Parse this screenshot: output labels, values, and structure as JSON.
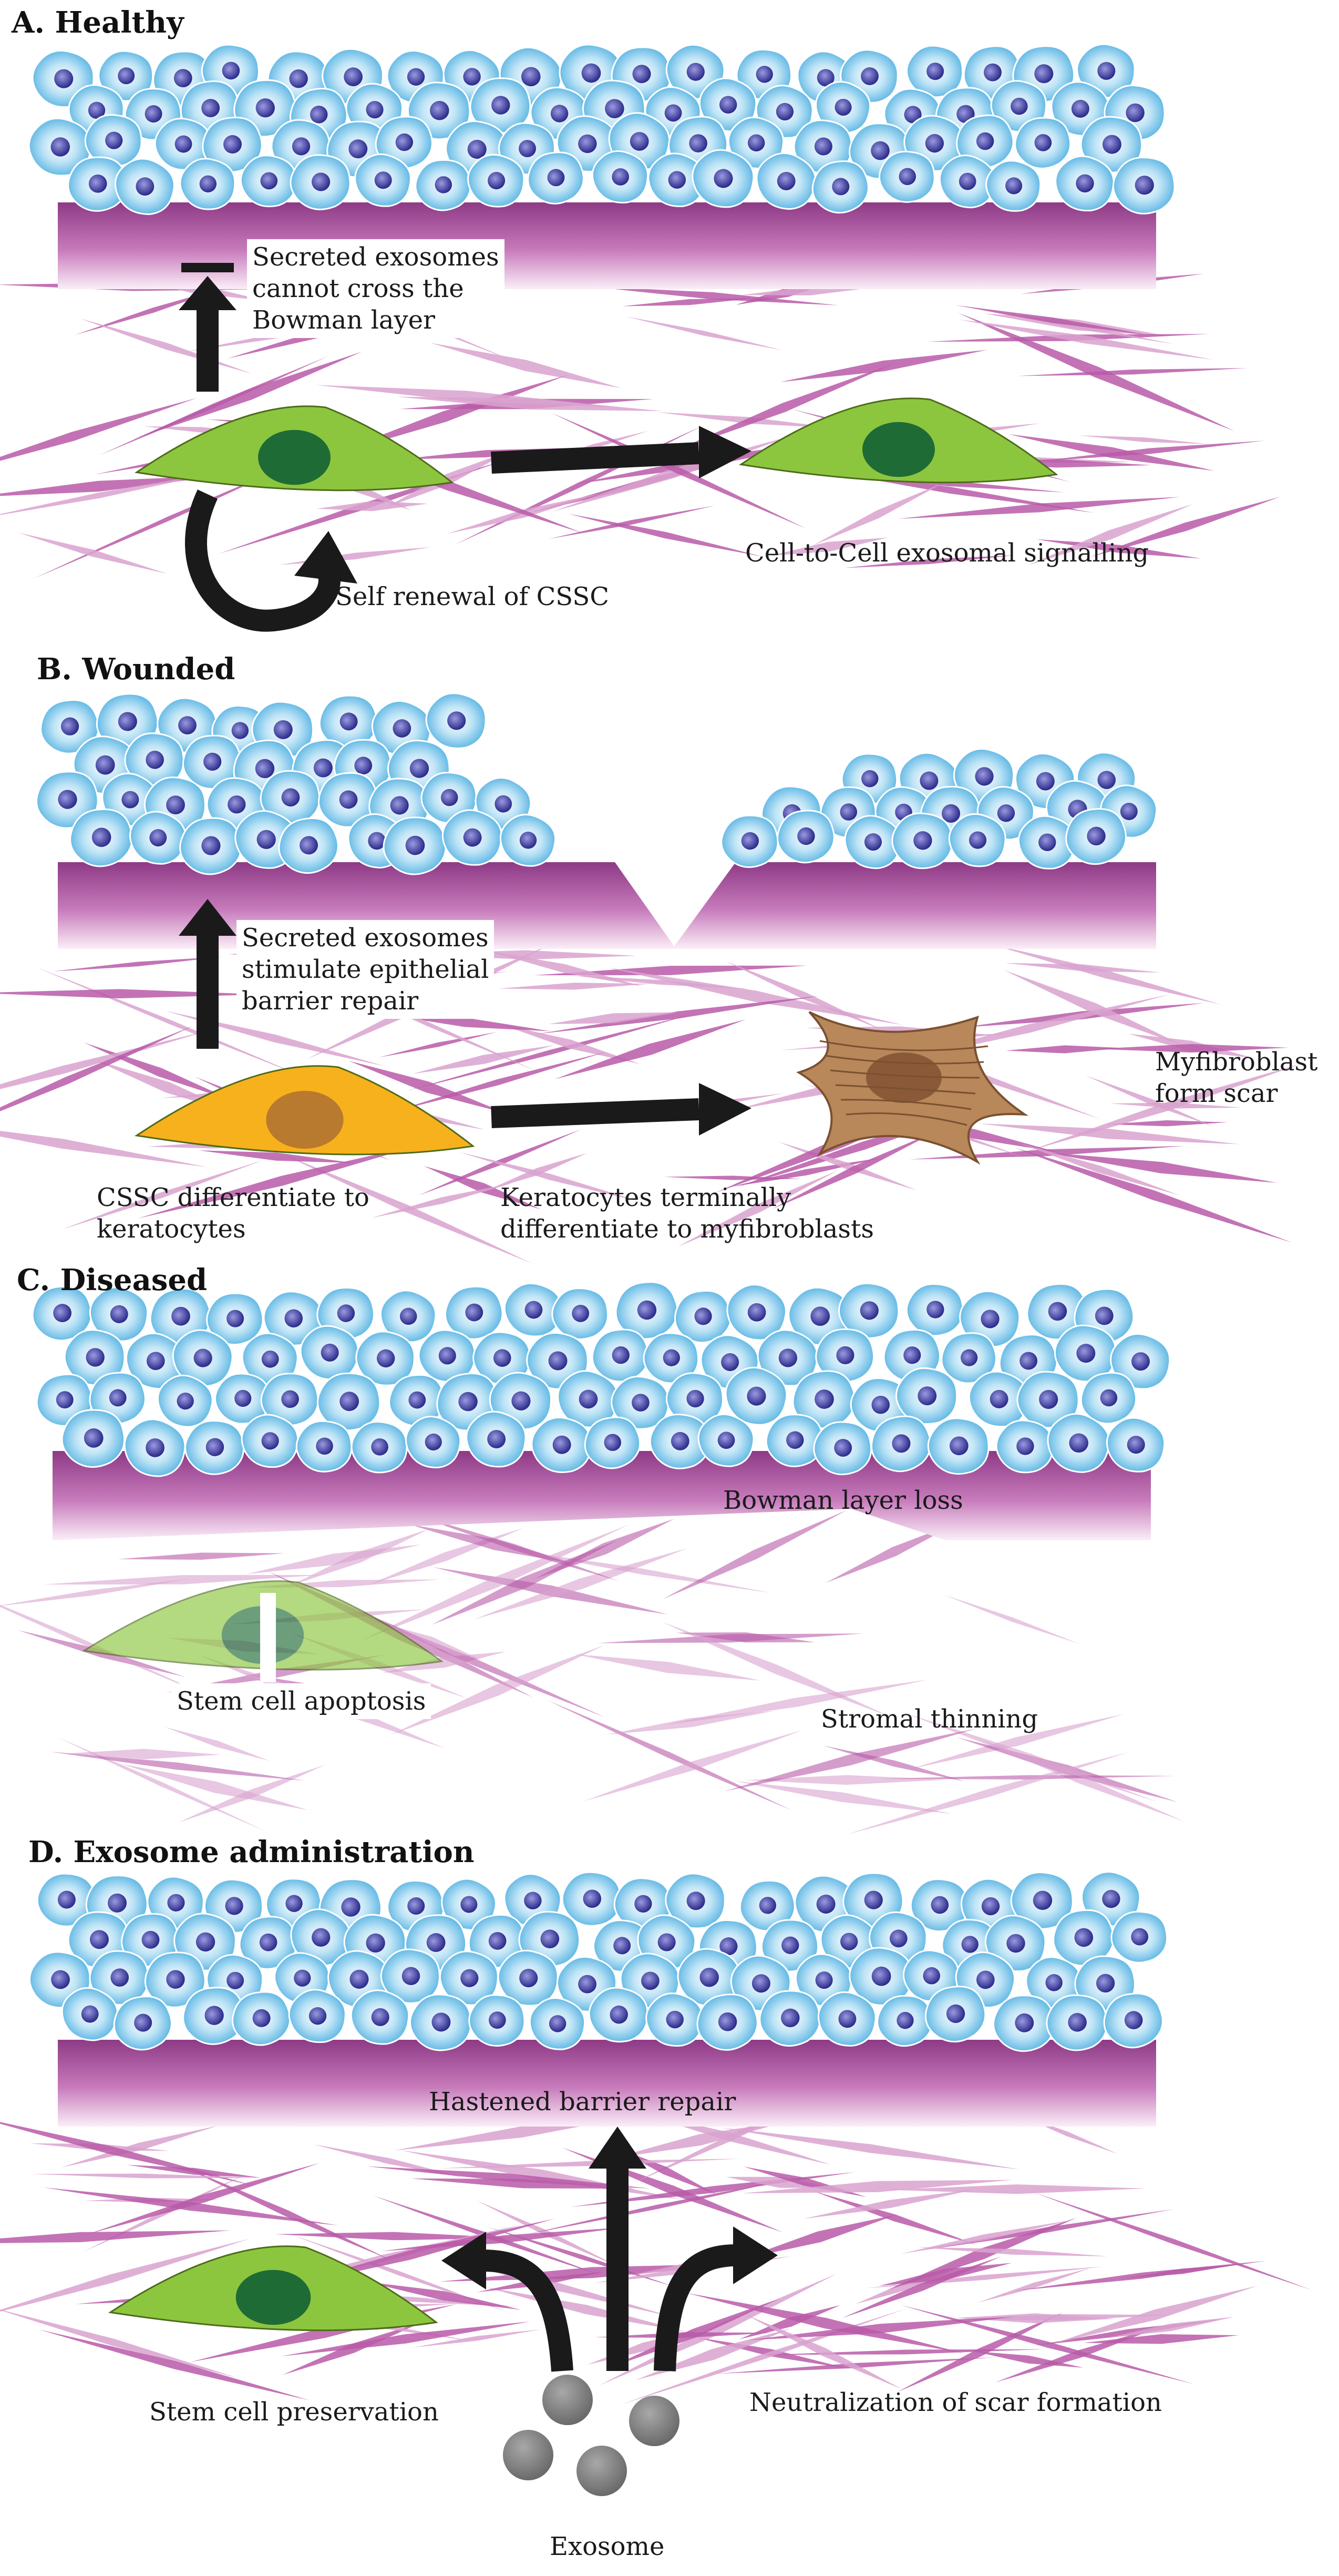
{
  "panels": {
    "a": {
      "title": "A. Healthy",
      "labels": {
        "exosomes": "Secreted exosomes\ncannot cross the\nBowman layer",
        "self_renewal": "Self renewal of CSSC",
        "signalling": "Cell-to-Cell exosomal signalling"
      }
    },
    "b": {
      "title": "B. Wounded",
      "labels": {
        "exosomes": "Secreted exosomes\nstimulate epithelial\nbarrier repair",
        "differentiate": "CSSC differentiate to\nkeratocytes",
        "terminal": "Keratocytes terminally\ndifferentiate to myfibroblasts",
        "scar": "Myfibroblast\nform scar"
      }
    },
    "c": {
      "title": "C. Diseased",
      "labels": {
        "bowman_loss": "Bowman layer loss",
        "apoptosis": "Stem cell apoptosis",
        "thinning": "Stromal thinning"
      }
    },
    "d": {
      "title": "D. Exosome administration",
      "labels": {
        "barrier": "Hastened barrier repair",
        "preservation": "Stem cell preservation",
        "neutralization": "Neutralization of scar formation",
        "exosome": "Exosome"
      }
    }
  },
  "colors": {
    "epithelial_cell": "#5ab8e6",
    "nucleus": "#3a3aa0",
    "bowman_layer": "#a84c96",
    "stroma_fiber": "#b85aa8",
    "stem_cell": "#8cc63f",
    "stem_nucleus": "#1f6b35",
    "keratocyte": "#f7b11c",
    "myofibroblast": "#b8875a",
    "arrow": "#1a1a1a",
    "exosome": "#808080"
  }
}
